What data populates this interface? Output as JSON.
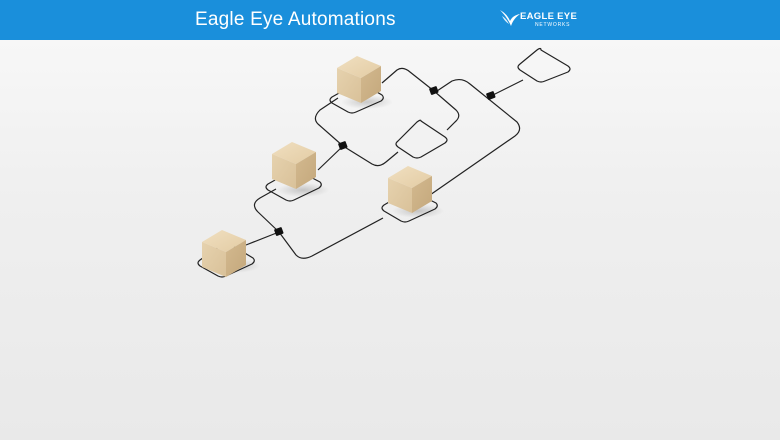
{
  "header": {
    "title": "Eagle Eye Automations",
    "brand_color": "#1a8fdb",
    "logo": {
      "line1": "EAGLE EYE",
      "line2": "NETWORKS",
      "icon": "eagle-icon"
    }
  },
  "illustration": {
    "icon": "workflow-diagram-icon",
    "block_color": "#e2cda8",
    "line_color": "#222222"
  }
}
